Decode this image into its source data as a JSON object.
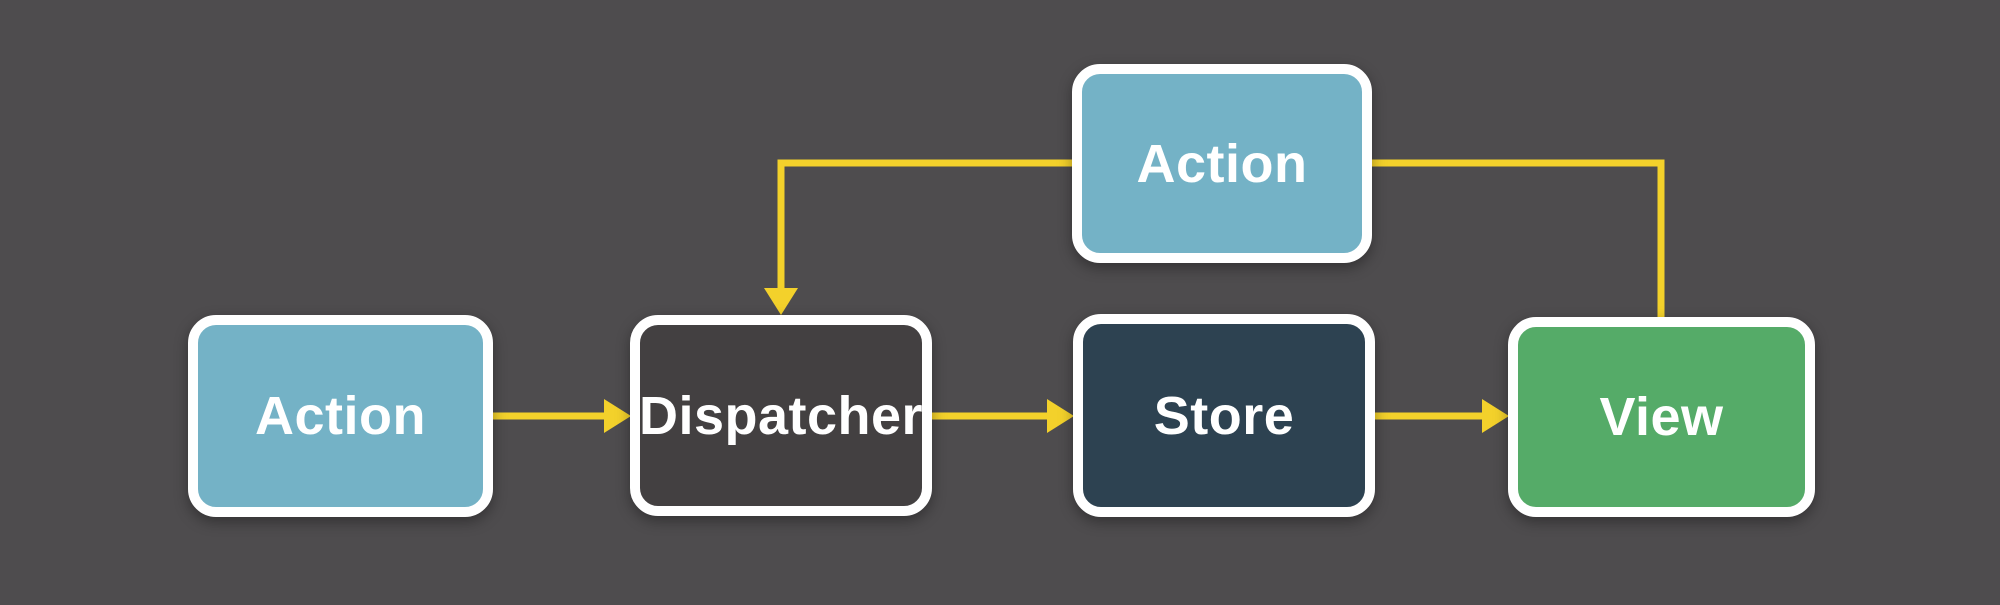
{
  "diagram": {
    "nodes": {
      "action_top": {
        "label": "Action"
      },
      "action": {
        "label": "Action"
      },
      "dispatcher": {
        "label": "Dispatcher"
      },
      "store": {
        "label": "Store"
      },
      "view": {
        "label": "View"
      }
    },
    "edges": [
      {
        "from": "action",
        "to": "dispatcher",
        "arrow": true
      },
      {
        "from": "dispatcher",
        "to": "store",
        "arrow": true
      },
      {
        "from": "store",
        "to": "view",
        "arrow": true
      },
      {
        "from": "view",
        "to": "action_top",
        "arrow": false
      },
      {
        "from": "action_top",
        "to": "dispatcher",
        "arrow": true
      }
    ]
  },
  "colors": {
    "bg": "#4e4c4e",
    "box-border": "#ffffff",
    "label": "#ffffff",
    "edge": "#f3d12b",
    "fill-action": "#74b2c6",
    "fill-dispatcher": "#434041",
    "fill-store": "#2d4251",
    "fill-view": "#55ab68"
  }
}
